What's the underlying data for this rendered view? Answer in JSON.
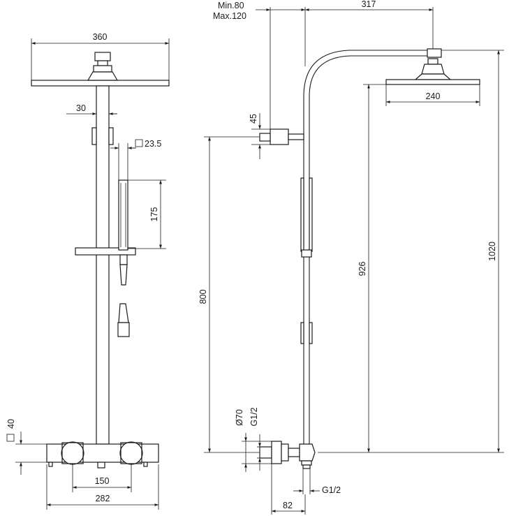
{
  "front_view": {
    "head_width": "360",
    "arm_offset": "30",
    "handshower_square": "23.5",
    "handshower_length": "175",
    "base_square": "40",
    "inlet_spacing": "150",
    "mixer_width": "282"
  },
  "side_view": {
    "wall_offset_min": "Min.80",
    "wall_offset_max": "Max.120",
    "arm_reach": "317",
    "bracket_height": "45",
    "small_head_width": "240",
    "bracket_elevation": "800",
    "arm_elevation": "926",
    "total_height": "1020",
    "eccentric_diameter": "70",
    "eccentric_thread": "G1/2",
    "outlet_thread": "G1/2",
    "mixer_depth": "82"
  },
  "colors": {
    "line": "#1a1a1a",
    "background": "#ffffff"
  }
}
